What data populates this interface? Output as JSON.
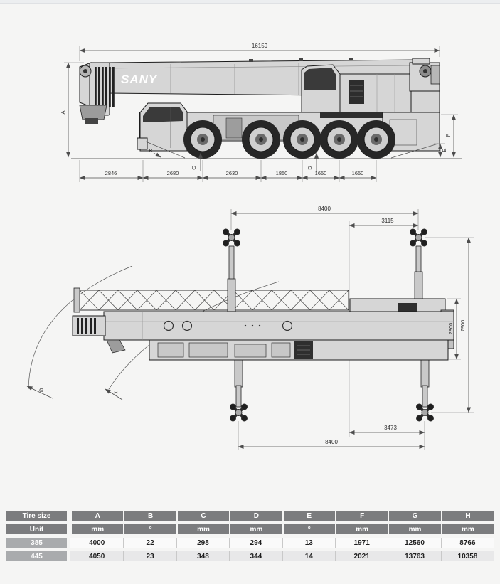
{
  "page": {
    "background": "#f5f5f4",
    "accent_line": "#e0e2e5"
  },
  "side_view": {
    "brand_logo": "SANY",
    "dim_overall_length": "16159",
    "dim_label_a": "A",
    "dim_label_b": "B",
    "dim_label_c": "C",
    "dim_label_d": "D",
    "dim_label_e": "E",
    "dim_label_f": "F",
    "dim_chain": [
      "2846",
      "2680",
      "2630",
      "1850",
      "1650",
      "1650"
    ]
  },
  "top_view": {
    "dim_outrigger_span_front": "8400",
    "dim_center_to_front_outrigger": "3115",
    "dim_vehicle_width": "2800",
    "dim_outrigger_extended_width": "7900",
    "dim_center_to_rear_outrigger": "3473",
    "dim_outrigger_span_rear": "8400",
    "dim_label_g": "G",
    "dim_label_h": "H"
  },
  "table": {
    "col_headers": [
      "Tire size",
      "A",
      "B",
      "C",
      "D",
      "E",
      "F",
      "G",
      "H"
    ],
    "unit_label": "Unit",
    "units": [
      "mm",
      "°",
      "mm",
      "mm",
      "°",
      "mm",
      "mm",
      "mm"
    ],
    "rows": [
      {
        "tire_size": "385",
        "values": [
          "4000",
          "22",
          "298",
          "294",
          "13",
          "1971",
          "12560",
          "8766"
        ]
      },
      {
        "tire_size": "445",
        "values": [
          "4050",
          "23",
          "348",
          "344",
          "14",
          "2021",
          "13763",
          "10358"
        ]
      }
    ],
    "colors": {
      "header_bg": "#7b7c7e",
      "row_label_bg": "#a9abad",
      "row_alt_bg": "#e8e8e9"
    }
  }
}
